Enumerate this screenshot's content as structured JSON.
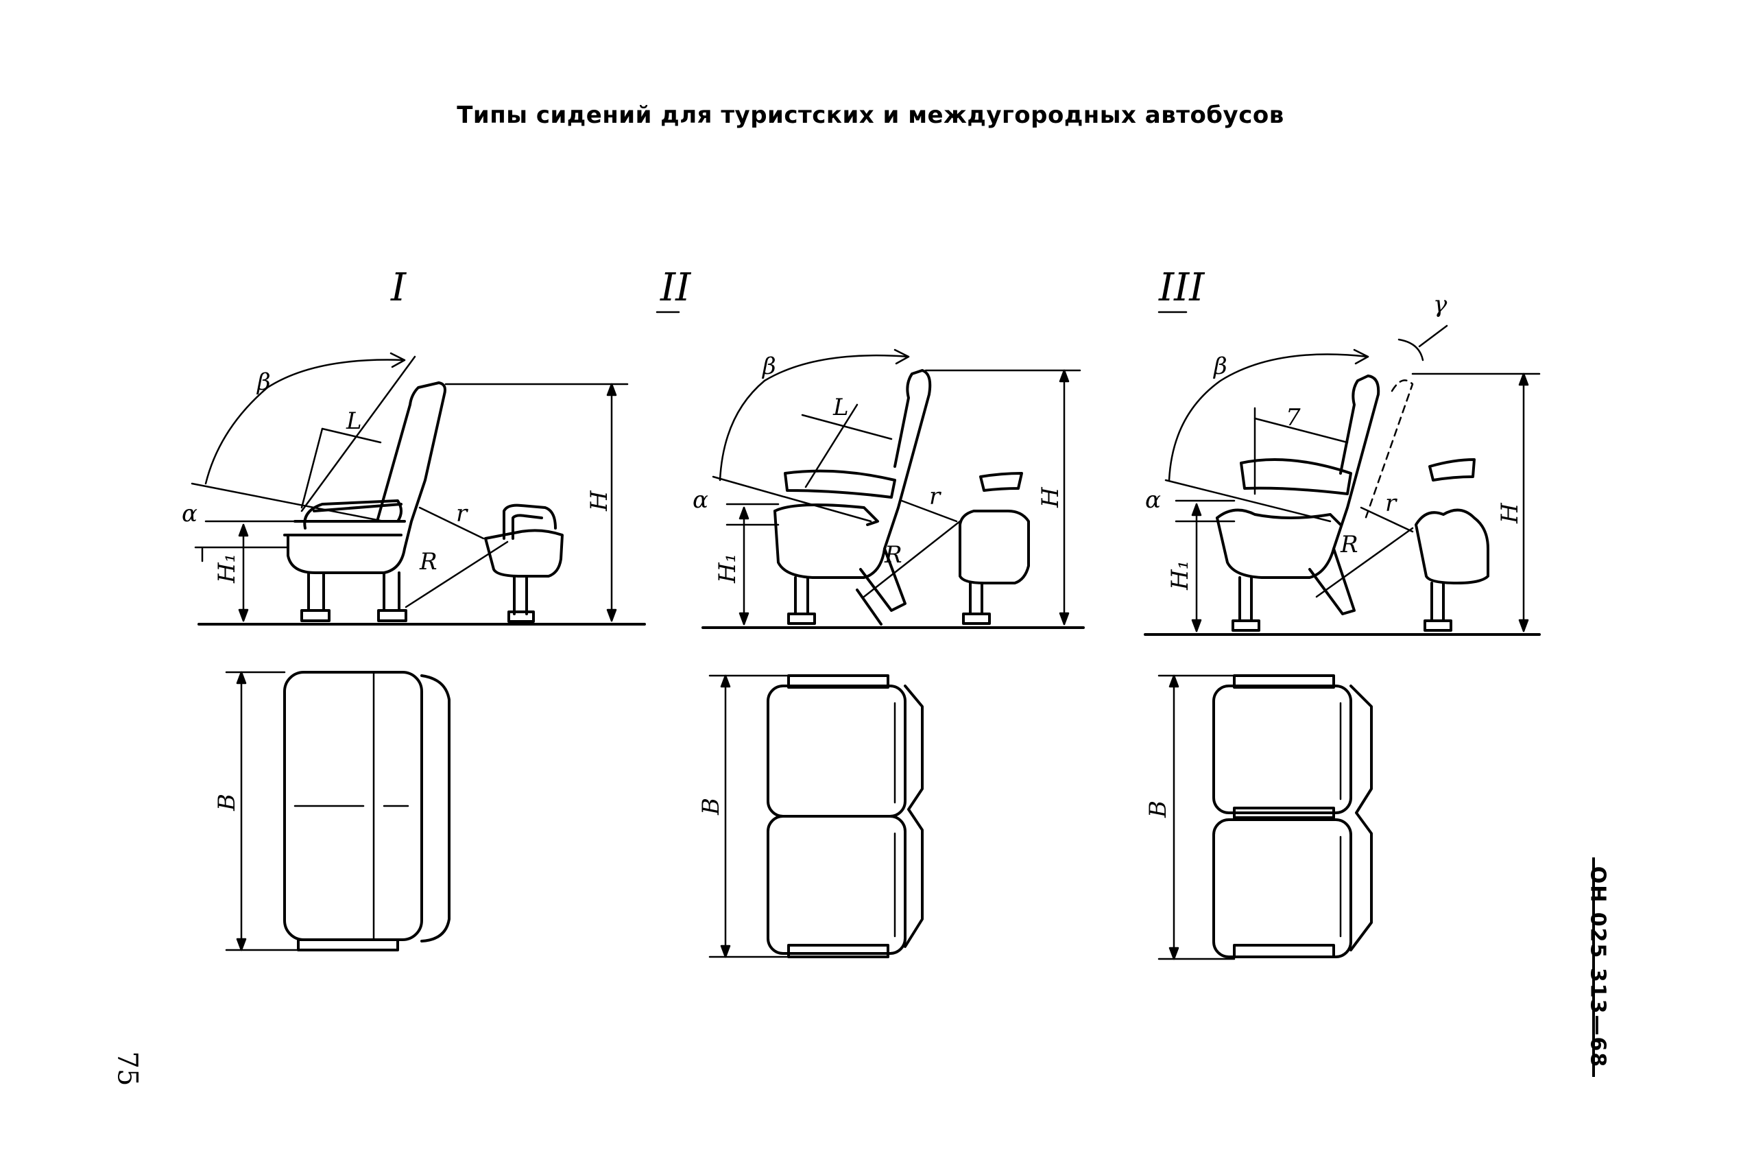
{
  "page": {
    "title": "Типы сидений для туристских и междугородных автобусов",
    "standard_code": "ОН 025 313—68",
    "page_number": "75"
  },
  "figures": [
    {
      "roman": "I",
      "labels": {
        "alpha": "α",
        "beta": "β",
        "L": "L",
        "H": "H",
        "H1": "H₁",
        "R": "R",
        "r": "r",
        "B": "B"
      }
    },
    {
      "roman": "II",
      "labels": {
        "alpha": "α",
        "beta": "β",
        "L": "L",
        "H": "H",
        "H1": "H₁",
        "R": "R",
        "r": "r",
        "B": "B"
      }
    },
    {
      "roman": "III",
      "labels": {
        "alpha": "α",
        "beta": "β",
        "gamma": "γ",
        "L": "7",
        "H": "H",
        "H1": "H₁",
        "R": "R",
        "r": "r",
        "B": "B"
      }
    }
  ]
}
